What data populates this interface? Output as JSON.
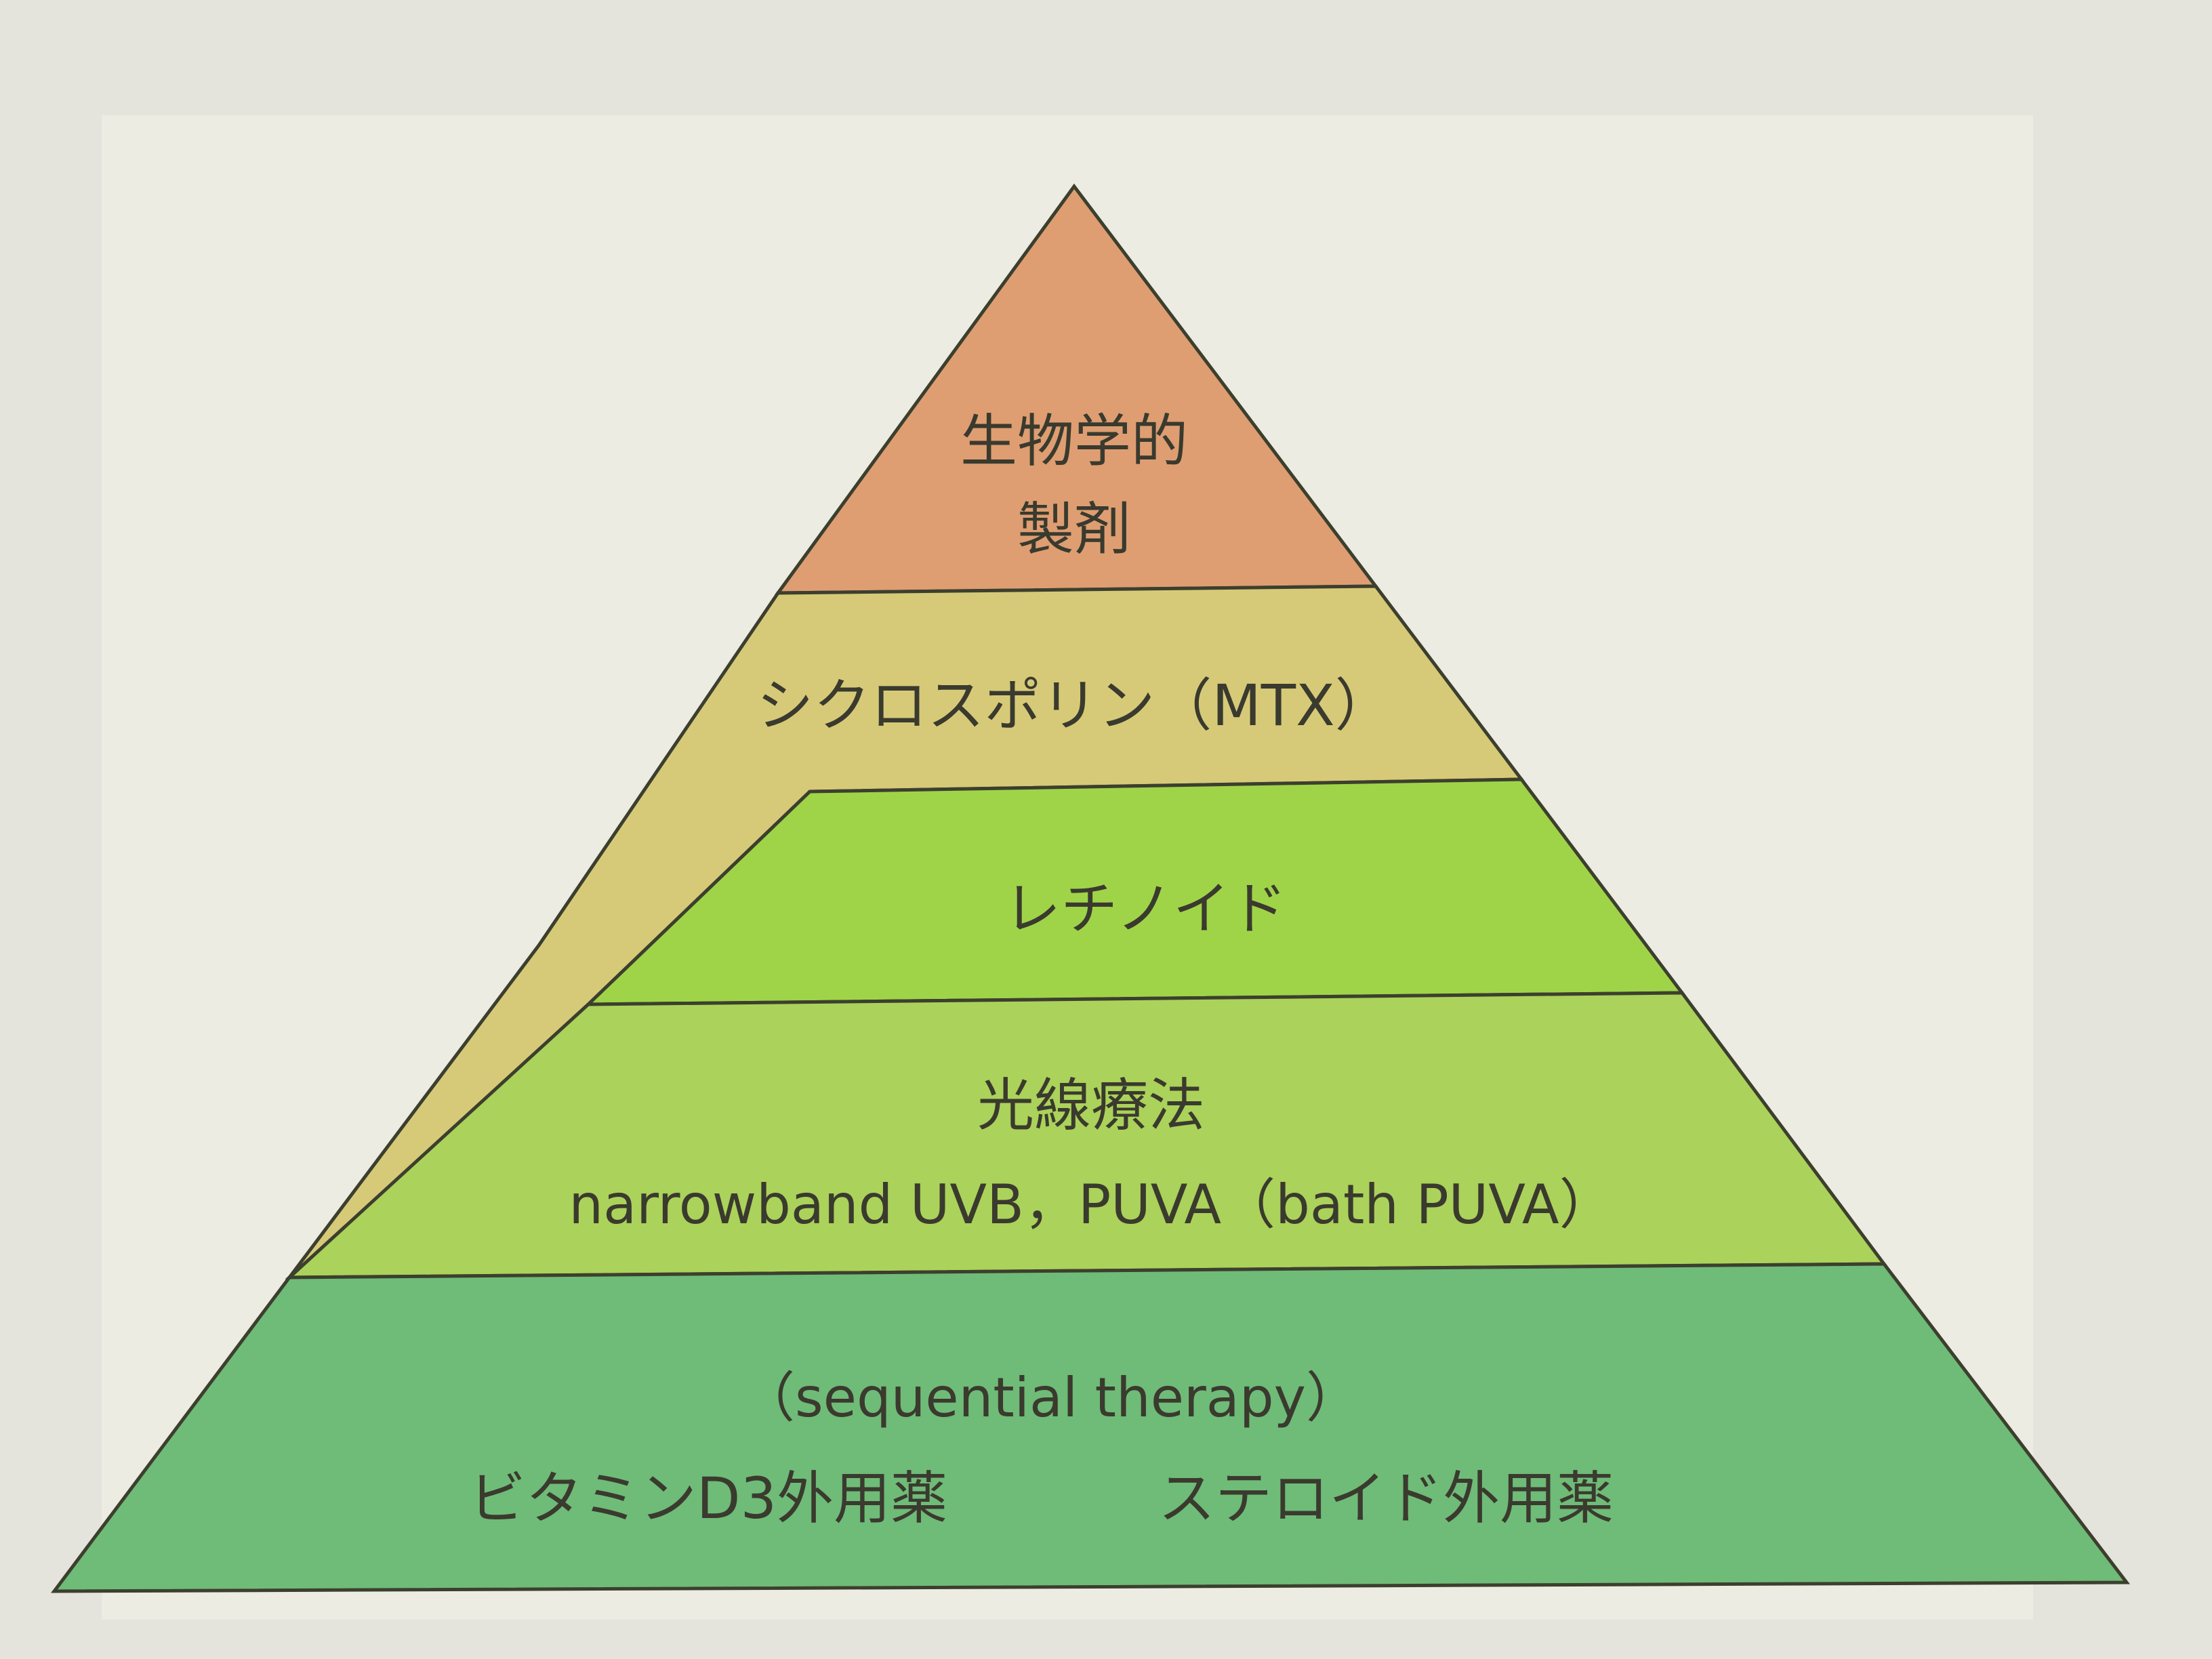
{
  "colors": {
    "page_background": "#e4e3dc",
    "panel_background": "#ecece2",
    "outline": "#3c3f2e",
    "text": "#3a3a2e",
    "tier_biologics": "#de9e72",
    "tier_cyclosporine": "#d6ca78",
    "tier_retinoid": "#9fd448",
    "tier_phototherapy": "#abd25a",
    "tier_topical": "#6fbb78"
  },
  "pyramid": {
    "tiers": [
      {
        "id": "biologics",
        "lines": [
          "生物学的",
          "製剤"
        ]
      },
      {
        "id": "cyclosporine",
        "lines": [
          "シクロスポリン（MTX）"
        ]
      },
      {
        "id": "retinoid",
        "lines": [
          "レチノイド"
        ]
      },
      {
        "id": "phototherapy",
        "lines": [
          "光線療法",
          "narrowband UVB，PUVA（bath PUVA）"
        ]
      },
      {
        "id": "topical",
        "lines": [
          "（sequential therapy）"
        ],
        "left_label": "ビタミンD3外用薬",
        "right_label": "ステロイド外用薬"
      }
    ]
  }
}
